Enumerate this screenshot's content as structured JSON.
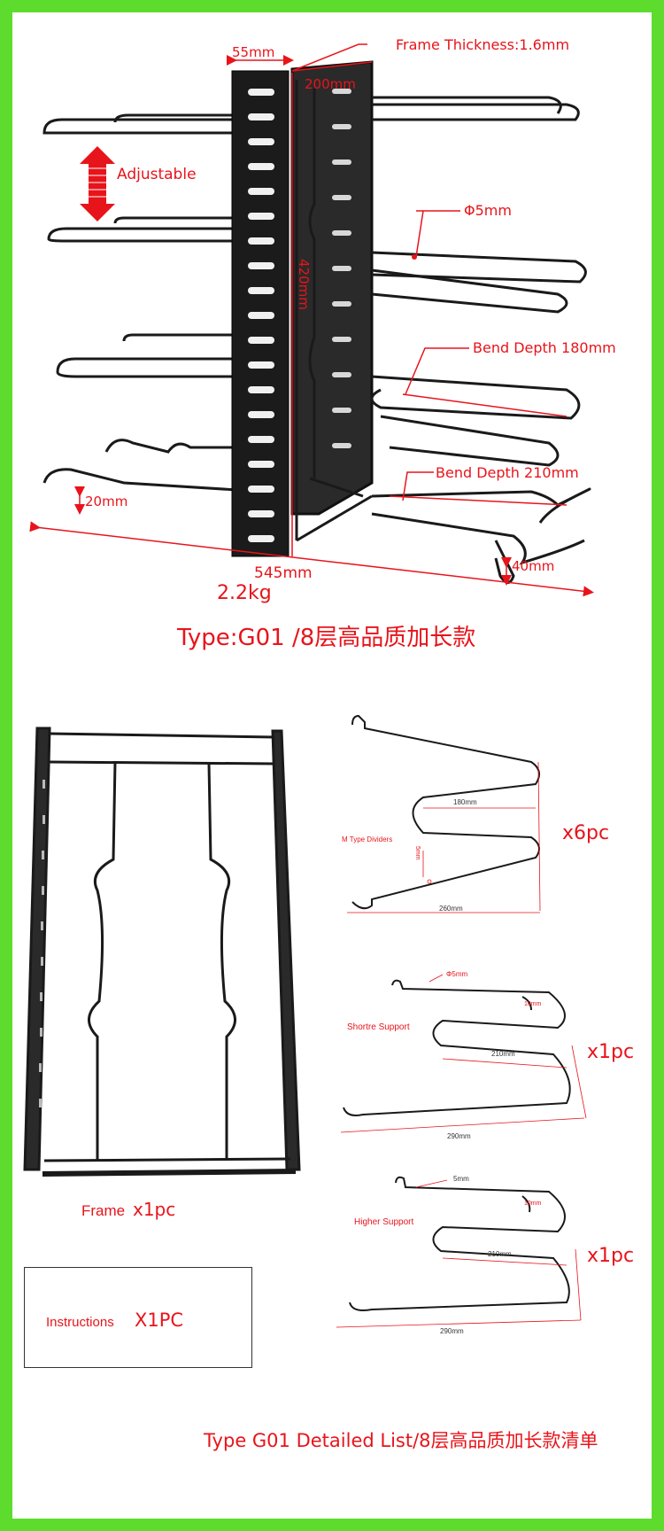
{
  "colors": {
    "border": "#5ddc2d",
    "label": "#e8141b",
    "metal": "#1a1a1a"
  },
  "top_section": {
    "dim_width_plate": "55mm",
    "frame_thickness": "Frame Thickness:1.6mm",
    "dim_depth_top": "200mm",
    "adjustable": "Adjustable",
    "rod_diameter": "Φ5mm",
    "dim_height": "420mm",
    "bend_depth_short": "Bend Depth 180mm",
    "bend_depth_long": "Bend Depth 210mm",
    "dim_hook_left": "20mm",
    "dim_hook_right": "40mm",
    "dim_length": "545mm",
    "weight": "2.2kg",
    "type_title": "Type:G01 /8层高品质加长款"
  },
  "parts": {
    "frame_label": "Frame ",
    "frame_qty": "x1pc",
    "instructions_label": "Instructions",
    "instructions_qty": "X1PC",
    "divider": {
      "name": "M Type Dividers",
      "dim_bend": "180mm",
      "dim_rod": "5mm",
      "dim_length": "260mm",
      "qty": "x6pc"
    },
    "shorter_support": {
      "name": "Shortre Support",
      "dim_rod": "Φ5mm",
      "dim_top": "10mm",
      "dim_bend": "210mm",
      "dim_length": "290mm",
      "qty": "x1pc"
    },
    "higher_support": {
      "name": "Higher Support",
      "dim_rod": "5mm",
      "dim_top": "10mm",
      "dim_bend": "210mm",
      "dim_length": "290mm",
      "qty": "x1pc"
    }
  },
  "footer_title": "Type G01 Detailed List/8层高品质加长款清单"
}
